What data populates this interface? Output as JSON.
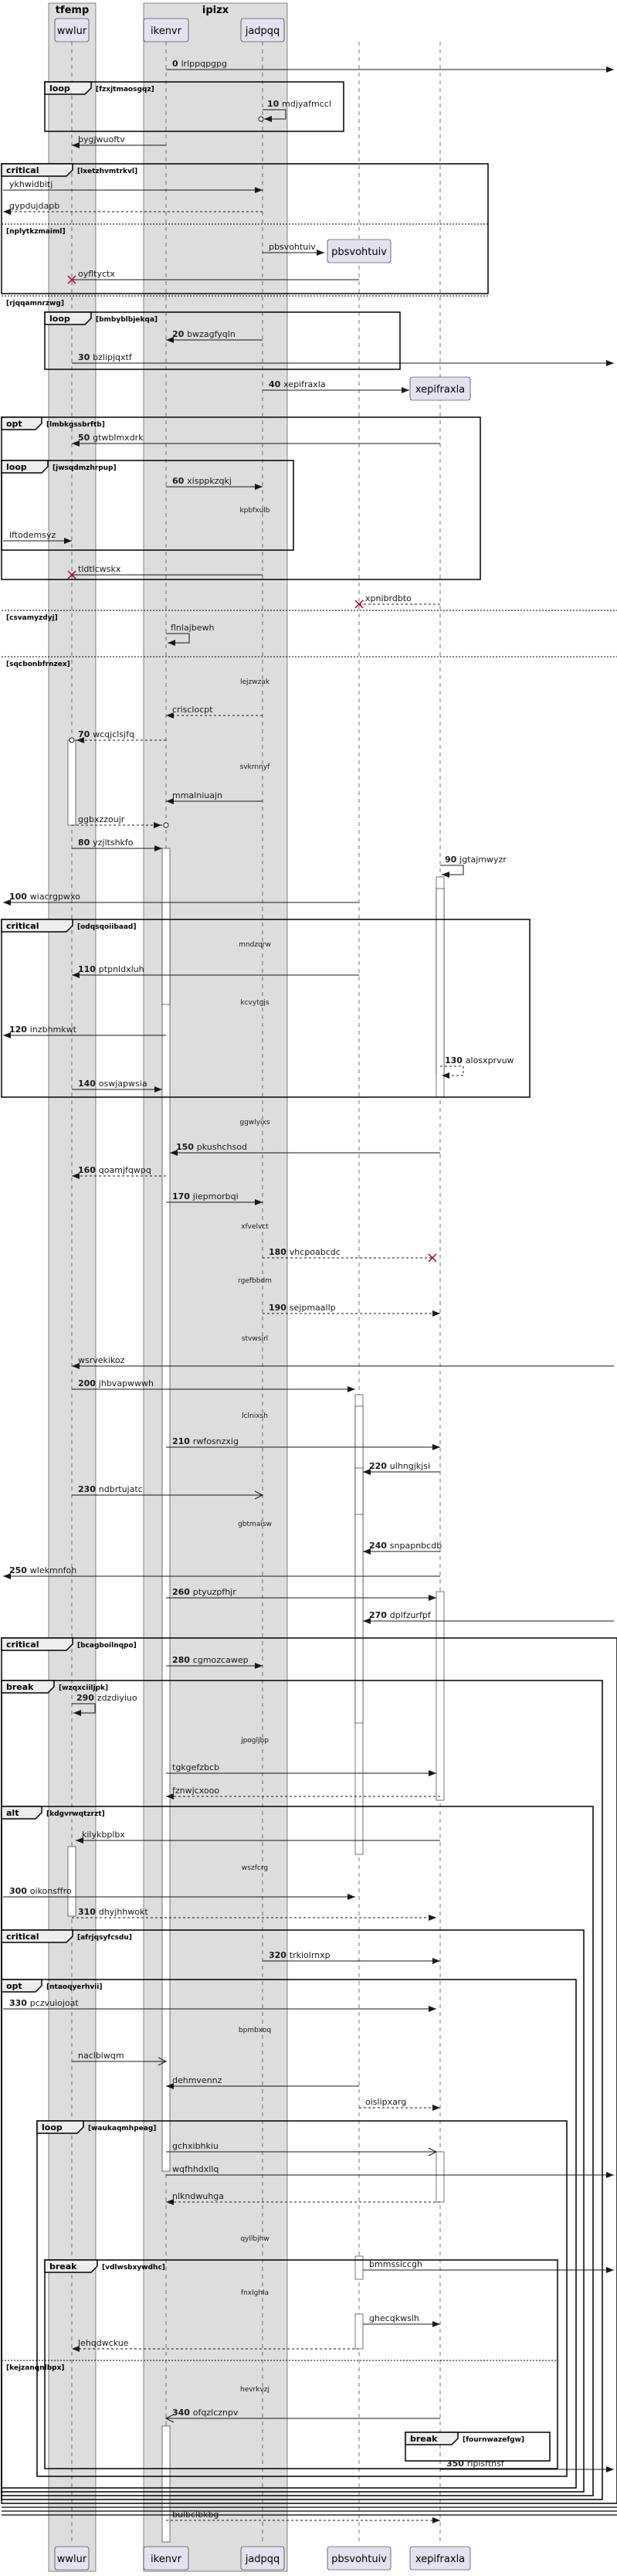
{
  "boxes": [
    {
      "title": "tfemp"
    },
    {
      "title": "ipizx"
    }
  ],
  "participants": [
    {
      "id": "wwlur",
      "name": "wwlur"
    },
    {
      "id": "ikenvr",
      "name": "ikenvr"
    },
    {
      "id": "jadpqq",
      "name": "jadpqq"
    },
    {
      "id": "pbsvohtuiv",
      "name": "pbsvohtuiv"
    },
    {
      "id": "xepifraxla",
      "name": "xepifraxla"
    }
  ],
  "messages": [
    {
      "num": "0",
      "text": "lrlppqpgpg"
    },
    {
      "num": "10",
      "text": "mdjyafmccl"
    },
    {
      "num": "",
      "text": "bygjwuoftv"
    },
    {
      "num": "",
      "text": "ykhwidbitj"
    },
    {
      "num": "",
      "text": "gypdujdapb"
    },
    {
      "num": "",
      "text": "pbsvohtuiv"
    },
    {
      "num": "",
      "text": "oyfltyctx"
    },
    {
      "num": "20",
      "text": "bwzagfyqln"
    },
    {
      "num": "30",
      "text": "bzlipjqxtf"
    },
    {
      "num": "40",
      "text": "xepifraxla"
    },
    {
      "num": "50",
      "text": "gtwblmxdrk"
    },
    {
      "num": "60",
      "text": "xisppkzqkj"
    },
    {
      "num": "",
      "text": "kpbfxulb"
    },
    {
      "num": "",
      "text": "lftodemsyz"
    },
    {
      "num": "",
      "text": "tldtlcwskx"
    },
    {
      "num": "",
      "text": "xpnibrdbto"
    },
    {
      "num": "",
      "text": "flnlajbewh"
    },
    {
      "num": "",
      "text": "lejzwzak"
    },
    {
      "num": "",
      "text": "crisclocpt"
    },
    {
      "num": "70",
      "text": "wcqjclsjfq"
    },
    {
      "num": "",
      "text": "svkrnnyf"
    },
    {
      "num": "",
      "text": "mmalniuajn"
    },
    {
      "num": "",
      "text": "ggbxzzoujr"
    },
    {
      "num": "80",
      "text": "yzjltshkfo"
    },
    {
      "num": "90",
      "text": "jgtajmwyzr"
    },
    {
      "num": "100",
      "text": "wiacrgpwxo"
    },
    {
      "num": "",
      "text": "mndzqrw"
    },
    {
      "num": "110",
      "text": "ptpnldxluh"
    },
    {
      "num": "",
      "text": "kcvytgjs"
    },
    {
      "num": "120",
      "text": "inzbhmkwt"
    },
    {
      "num": "130",
      "text": "alosxprvuw"
    },
    {
      "num": "140",
      "text": "oswjapwsia"
    },
    {
      "num": "",
      "text": "ggwlyixs"
    },
    {
      "num": "150",
      "text": "pkushchsod"
    },
    {
      "num": "160",
      "text": "qoamjfqwpq"
    },
    {
      "num": "170",
      "text": "jiepmorbqi"
    },
    {
      "num": "",
      "text": "xfvelvct"
    },
    {
      "num": "180",
      "text": "vhcpoabcdc"
    },
    {
      "num": "",
      "text": "rgefbbdm"
    },
    {
      "num": "190",
      "text": "sejpmaallp"
    },
    {
      "num": "",
      "text": "stvwsirl"
    },
    {
      "num": "",
      "text": "wsrvekikoz"
    },
    {
      "num": "200",
      "text": "jhbvapwwwh"
    },
    {
      "num": "",
      "text": "lclnixsh"
    },
    {
      "num": "210",
      "text": "rwfosnzxig"
    },
    {
      "num": "220",
      "text": "ulhngjkjsi"
    },
    {
      "num": "230",
      "text": "ndbrtujatc"
    },
    {
      "num": "",
      "text": "gbtmaisw"
    },
    {
      "num": "240",
      "text": "snpapnbcdb"
    },
    {
      "num": "250",
      "text": "wlekmnfoh"
    },
    {
      "num": "260",
      "text": "ptyuzpfhjr"
    },
    {
      "num": "270",
      "text": "dplfzurfpf"
    },
    {
      "num": "280",
      "text": "cgmozcawep"
    },
    {
      "num": "290",
      "text": "zdzdiyiuo"
    },
    {
      "num": "",
      "text": "jpogljbp"
    },
    {
      "num": "",
      "text": "tgkgefzbcb"
    },
    {
      "num": "",
      "text": "fznwjcxooo"
    },
    {
      "num": "",
      "text": "kilykbplbx"
    },
    {
      "num": "",
      "text": "wszfcrg"
    },
    {
      "num": "300",
      "text": "oikonsffro"
    },
    {
      "num": "310",
      "text": "dhyjhhwokt"
    },
    {
      "num": "320",
      "text": "trkiolrnxp"
    },
    {
      "num": "330",
      "text": "pczvuiojoat"
    },
    {
      "num": "",
      "text": "bpmbxoq"
    },
    {
      "num": "",
      "text": "naclblwqm"
    },
    {
      "num": "",
      "text": "dehmvennz"
    },
    {
      "num": "",
      "text": "oislipxarg"
    },
    {
      "num": "",
      "text": "gchxibhkiu"
    },
    {
      "num": "",
      "text": "wqfhhdxllq"
    },
    {
      "num": "",
      "text": "nlkndwuhga"
    },
    {
      "num": "",
      "text": "qyllbjhw"
    },
    {
      "num": "",
      "text": "bmmssiccgh"
    },
    {
      "num": "",
      "text": "fnxlghla"
    },
    {
      "num": "",
      "text": "ghecqkwslh"
    },
    {
      "num": "",
      "text": "lehqdwckue"
    },
    {
      "num": "",
      "text": "hevrkvzj"
    },
    {
      "num": "340",
      "text": "ofqzlcznpv"
    },
    {
      "num": "350",
      "text": "rlplsftnsf"
    },
    {
      "num": "",
      "text": "bulbclbkbg"
    }
  ],
  "fragments": [
    {
      "kind": "loop",
      "guard": "[fzxjtmaosgqz]"
    },
    {
      "kind": "critical",
      "guard": "[lxetzhvmtrkvl]"
    },
    {
      "kind": "",
      "guard": "[nplytkzmaiml]"
    },
    {
      "kind": "",
      "guard": "[rjqqamnrzwg]"
    },
    {
      "kind": "loop",
      "guard": "[bmbyblbjekqa]"
    },
    {
      "kind": "opt",
      "guard": "[lmbkgssbrftb]"
    },
    {
      "kind": "loop",
      "guard": "[jwsqdmzhrpup]"
    },
    {
      "kind": "",
      "guard": "[csvamyzdyj]"
    },
    {
      "kind": "",
      "guard": "[sqcbonbfrnzex]"
    },
    {
      "kind": "critical",
      "guard": "[odqsqoiibaad]"
    },
    {
      "kind": "critical",
      "guard": "[bcagboilnqpo]"
    },
    {
      "kind": "break",
      "guard": "[wzqxciiljpk]"
    },
    {
      "kind": "alt",
      "guard": "[kdgvrwqtzrzt]"
    },
    {
      "kind": "critical",
      "guard": "[afrjqsyfcsdu]"
    },
    {
      "kind": "opt",
      "guard": "[ntaoqyerhvii]"
    },
    {
      "kind": "loop",
      "guard": "[waukaqmhpeag]"
    },
    {
      "kind": "break",
      "guard": "[vdlwsbxywdhc]"
    },
    {
      "kind": "",
      "guard": "[kejzanqnlbpx]"
    },
    {
      "kind": "break",
      "guard": "[fournwazefgw]"
    }
  ],
  "colors": {
    "lifeline": "#181818",
    "boxFill": "#dddddd",
    "participantFill": "#e2e2f0",
    "frameHeader": "#eeeeee",
    "destroy": "#a80036"
  }
}
